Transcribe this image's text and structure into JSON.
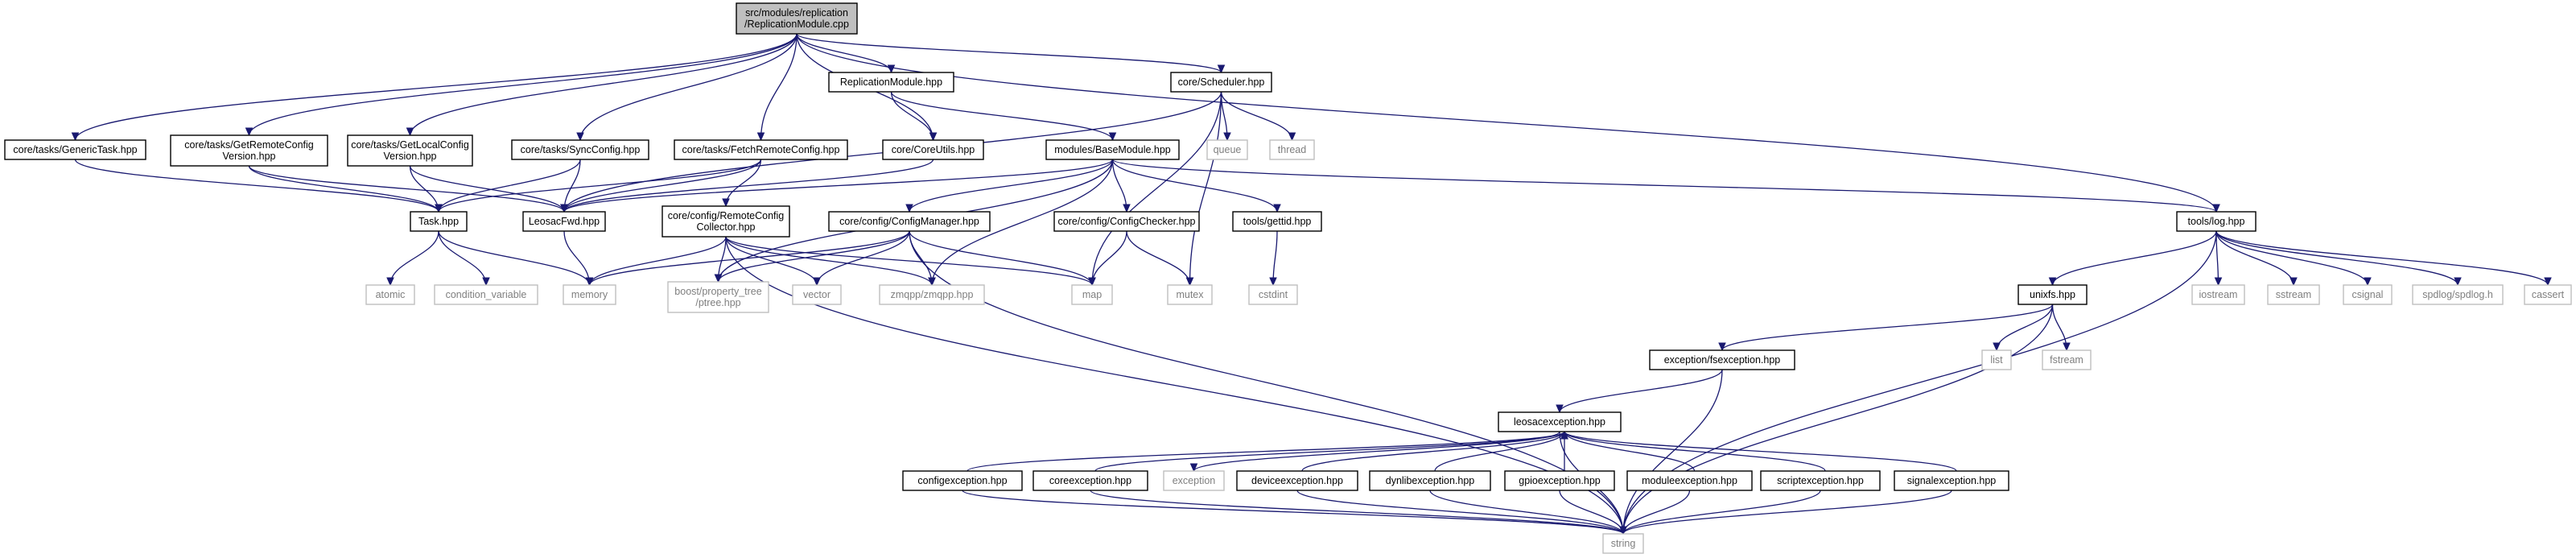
{
  "colors": {
    "edge": "#191970",
    "root_fill": "#bfbfbf",
    "node_border": "#000000",
    "external_border": "#bfbfbf",
    "external_text": "#7f7f7f",
    "text": "#000000"
  },
  "graph": {
    "nodes": [
      {
        "id": "root",
        "lines": [
          "src/modules/replication",
          "/ReplicationModule.cpp"
        ],
        "kind": "root"
      },
      {
        "id": "repmod",
        "lines": [
          "ReplicationModule.hpp"
        ],
        "kind": "file"
      },
      {
        "id": "scheduler",
        "lines": [
          "core/Scheduler.hpp"
        ],
        "kind": "file"
      },
      {
        "id": "generictask",
        "lines": [
          "core/tasks/GenericTask.hpp"
        ],
        "kind": "file"
      },
      {
        "id": "getremote",
        "lines": [
          "core/tasks/GetRemoteConfig",
          "Version.hpp"
        ],
        "kind": "file"
      },
      {
        "id": "getlocal",
        "lines": [
          "core/tasks/GetLocalConfig",
          "Version.hpp"
        ],
        "kind": "file"
      },
      {
        "id": "syncconfig",
        "lines": [
          "core/tasks/SyncConfig.hpp"
        ],
        "kind": "file"
      },
      {
        "id": "fetchremote",
        "lines": [
          "core/tasks/FetchRemoteConfig.hpp"
        ],
        "kind": "file"
      },
      {
        "id": "coreutils",
        "lines": [
          "core/CoreUtils.hpp"
        ],
        "kind": "file"
      },
      {
        "id": "basemodule",
        "lines": [
          "modules/BaseModule.hpp"
        ],
        "kind": "file"
      },
      {
        "id": "queue",
        "lines": [
          "queue"
        ],
        "kind": "external"
      },
      {
        "id": "thread",
        "lines": [
          "thread"
        ],
        "kind": "external"
      },
      {
        "id": "task",
        "lines": [
          "Task.hpp"
        ],
        "kind": "file"
      },
      {
        "id": "leosacfwd",
        "lines": [
          "LeosacFwd.hpp"
        ],
        "kind": "file"
      },
      {
        "id": "remotecollector",
        "lines": [
          "core/config/RemoteConfig",
          "Collector.hpp"
        ],
        "kind": "file"
      },
      {
        "id": "configmanager",
        "lines": [
          "core/config/ConfigManager.hpp"
        ],
        "kind": "file"
      },
      {
        "id": "configchecker",
        "lines": [
          "core/config/ConfigChecker.hpp"
        ],
        "kind": "file"
      },
      {
        "id": "gettid",
        "lines": [
          "tools/gettid.hpp"
        ],
        "kind": "file"
      },
      {
        "id": "log",
        "lines": [
          "tools/log.hpp"
        ],
        "kind": "file"
      },
      {
        "id": "atomic",
        "lines": [
          "atomic"
        ],
        "kind": "external"
      },
      {
        "id": "condvar",
        "lines": [
          "condition_variable"
        ],
        "kind": "external"
      },
      {
        "id": "memory",
        "lines": [
          "memory"
        ],
        "kind": "external"
      },
      {
        "id": "ptree",
        "lines": [
          "boost/property_tree",
          "/ptree.hpp"
        ],
        "kind": "external"
      },
      {
        "id": "vector",
        "lines": [
          "vector"
        ],
        "kind": "external"
      },
      {
        "id": "zmqpp",
        "lines": [
          "zmqpp/zmqpp.hpp"
        ],
        "kind": "external"
      },
      {
        "id": "map",
        "lines": [
          "map"
        ],
        "kind": "external"
      },
      {
        "id": "mutex",
        "lines": [
          "mutex"
        ],
        "kind": "external"
      },
      {
        "id": "cstdint",
        "lines": [
          "cstdint"
        ],
        "kind": "external"
      },
      {
        "id": "unixfs",
        "lines": [
          "unixfs.hpp"
        ],
        "kind": "file"
      },
      {
        "id": "iostream",
        "lines": [
          "iostream"
        ],
        "kind": "external"
      },
      {
        "id": "sstream",
        "lines": [
          "sstream"
        ],
        "kind": "external"
      },
      {
        "id": "csignal",
        "lines": [
          "csignal"
        ],
        "kind": "external"
      },
      {
        "id": "spdlog",
        "lines": [
          "spdlog/spdlog.h"
        ],
        "kind": "external"
      },
      {
        "id": "cassert",
        "lines": [
          "cassert"
        ],
        "kind": "external"
      },
      {
        "id": "list",
        "lines": [
          "list"
        ],
        "kind": "external"
      },
      {
        "id": "fstream",
        "lines": [
          "fstream"
        ],
        "kind": "external"
      },
      {
        "id": "fsexception",
        "lines": [
          "exception/fsexception.hpp"
        ],
        "kind": "file"
      },
      {
        "id": "leosacexception",
        "lines": [
          "leosacexception.hpp"
        ],
        "kind": "file"
      },
      {
        "id": "configexception",
        "lines": [
          "configexception.hpp"
        ],
        "kind": "file"
      },
      {
        "id": "coreexception",
        "lines": [
          "coreexception.hpp"
        ],
        "kind": "file"
      },
      {
        "id": "exception",
        "lines": [
          "exception"
        ],
        "kind": "external"
      },
      {
        "id": "deviceexception",
        "lines": [
          "deviceexception.hpp"
        ],
        "kind": "file"
      },
      {
        "id": "dynlibexception",
        "lines": [
          "dynlibexception.hpp"
        ],
        "kind": "file"
      },
      {
        "id": "gpioexception",
        "lines": [
          "gpioexception.hpp"
        ],
        "kind": "file"
      },
      {
        "id": "moduleexception",
        "lines": [
          "moduleexception.hpp"
        ],
        "kind": "file"
      },
      {
        "id": "scriptexception",
        "lines": [
          "scriptexception.hpp"
        ],
        "kind": "file"
      },
      {
        "id": "signalexception",
        "lines": [
          "signalexception.hpp"
        ],
        "kind": "file"
      },
      {
        "id": "string",
        "lines": [
          "string"
        ],
        "kind": "external"
      }
    ],
    "edges": [
      [
        "root",
        "repmod"
      ],
      [
        "root",
        "scheduler"
      ],
      [
        "root",
        "generictask"
      ],
      [
        "root",
        "getremote"
      ],
      [
        "root",
        "getlocal"
      ],
      [
        "root",
        "syncconfig"
      ],
      [
        "root",
        "fetchremote"
      ],
      [
        "root",
        "coreutils"
      ],
      [
        "root",
        "log"
      ],
      [
        "repmod",
        "coreutils"
      ],
      [
        "repmod",
        "basemodule"
      ],
      [
        "scheduler",
        "queue"
      ],
      [
        "scheduler",
        "thread"
      ],
      [
        "scheduler",
        "map"
      ],
      [
        "scheduler",
        "mutex"
      ],
      [
        "scheduler",
        "leosacfwd"
      ],
      [
        "generictask",
        "task"
      ],
      [
        "getremote",
        "task"
      ],
      [
        "getremote",
        "leosacfwd"
      ],
      [
        "getlocal",
        "task"
      ],
      [
        "getlocal",
        "leosacfwd"
      ],
      [
        "syncconfig",
        "task"
      ],
      [
        "syncconfig",
        "leosacfwd"
      ],
      [
        "fetchremote",
        "task"
      ],
      [
        "fetchremote",
        "leosacfwd"
      ],
      [
        "fetchremote",
        "remotecollector"
      ],
      [
        "coreutils",
        "leosacfwd"
      ],
      [
        "basemodule",
        "leosacfwd"
      ],
      [
        "basemodule",
        "configmanager"
      ],
      [
        "basemodule",
        "configchecker"
      ],
      [
        "basemodule",
        "gettid"
      ],
      [
        "basemodule",
        "log"
      ],
      [
        "basemodule",
        "zmqpp"
      ],
      [
        "basemodule",
        "ptree"
      ],
      [
        "task",
        "atomic"
      ],
      [
        "task",
        "condvar"
      ],
      [
        "task",
        "memory"
      ],
      [
        "leosacfwd",
        "memory"
      ],
      [
        "remotecollector",
        "memory"
      ],
      [
        "remotecollector",
        "ptree"
      ],
      [
        "remotecollector",
        "vector"
      ],
      [
        "remotecollector",
        "zmqpp"
      ],
      [
        "remotecollector",
        "map"
      ],
      [
        "remotecollector",
        "string"
      ],
      [
        "configmanager",
        "memory"
      ],
      [
        "configmanager",
        "ptree"
      ],
      [
        "configmanager",
        "vector"
      ],
      [
        "configmanager",
        "zmqpp"
      ],
      [
        "configmanager",
        "map"
      ],
      [
        "configmanager",
        "string"
      ],
      [
        "configchecker",
        "map"
      ],
      [
        "configchecker",
        "mutex"
      ],
      [
        "gettid",
        "cstdint"
      ],
      [
        "log",
        "unixfs"
      ],
      [
        "log",
        "iostream"
      ],
      [
        "log",
        "sstream"
      ],
      [
        "log",
        "csignal"
      ],
      [
        "log",
        "spdlog"
      ],
      [
        "log",
        "cassert"
      ],
      [
        "log",
        "string"
      ],
      [
        "unixfs",
        "list"
      ],
      [
        "unixfs",
        "fstream"
      ],
      [
        "unixfs",
        "fsexception"
      ],
      [
        "unixfs",
        "string"
      ],
      [
        "fsexception",
        "leosacexception"
      ],
      [
        "fsexception",
        "string"
      ],
      [
        "leosacexception",
        "exception"
      ],
      [
        "leosacexception",
        "string"
      ],
      [
        "configexception",
        "leosacexception"
      ],
      [
        "configexception",
        "string"
      ],
      [
        "coreexception",
        "leosacexception"
      ],
      [
        "coreexception",
        "string"
      ],
      [
        "deviceexception",
        "leosacexception"
      ],
      [
        "deviceexception",
        "string"
      ],
      [
        "dynlibexception",
        "leosacexception"
      ],
      [
        "dynlibexception",
        "string"
      ],
      [
        "gpioexception",
        "leosacexception"
      ],
      [
        "gpioexception",
        "string"
      ],
      [
        "moduleexception",
        "leosacexception"
      ],
      [
        "moduleexception",
        "string"
      ],
      [
        "scriptexception",
        "leosacexception"
      ],
      [
        "scriptexception",
        "string"
      ],
      [
        "signalexception",
        "leosacexception"
      ],
      [
        "signalexception",
        "string"
      ]
    ]
  }
}
